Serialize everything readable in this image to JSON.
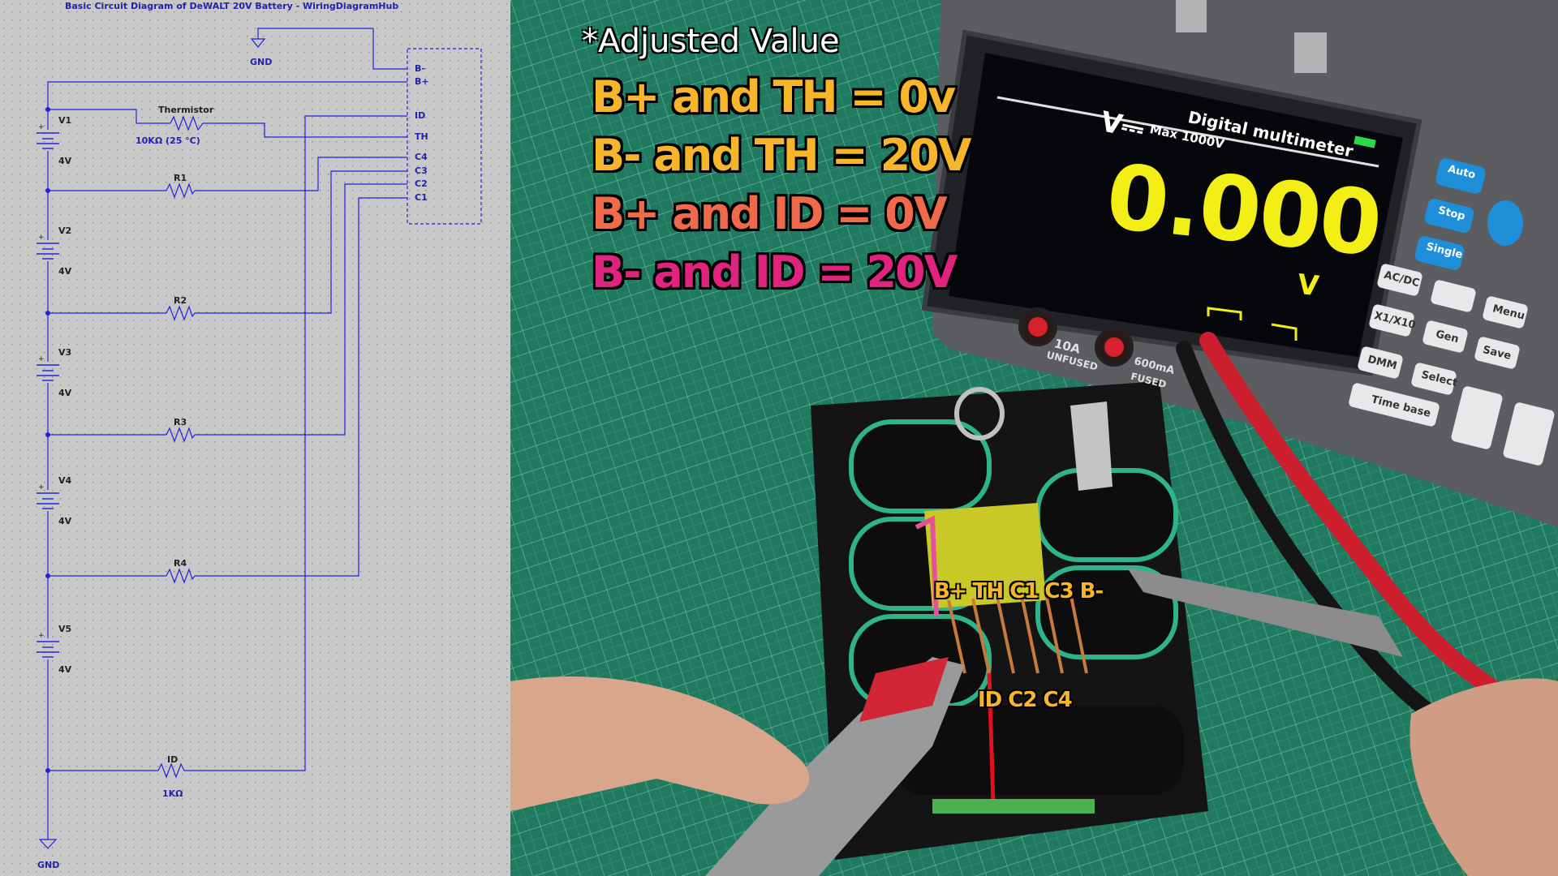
{
  "schematic": {
    "title": "Basic Circuit Diagram of DeWALT 20V Battery - WiringDiagramHub",
    "gnd_label": "GND",
    "connector_pins": [
      "B-",
      "B+",
      "ID",
      "TH",
      "C4",
      "C3",
      "C2",
      "C1"
    ],
    "cells": [
      {
        "name": "V1",
        "voltage": "4V"
      },
      {
        "name": "V2",
        "voltage": "4V"
      },
      {
        "name": "V3",
        "voltage": "4V"
      },
      {
        "name": "V4",
        "voltage": "4V"
      },
      {
        "name": "V5",
        "voltage": "4V"
      }
    ],
    "resistors": [
      "R1",
      "R2",
      "R3",
      "R4"
    ],
    "thermistor": {
      "name": "Thermistor",
      "value": "10KΩ (25 °C)"
    },
    "id_resistor": {
      "name": "ID",
      "value": "1KΩ"
    },
    "cell_plus": "+",
    "wire_color": "#2222dd",
    "label_color": "#2222aa"
  },
  "photo": {
    "note": "*Adjusted Value",
    "measurements": [
      "B+ and TH = 0v",
      "B- and TH = 20V",
      "B+ and ID = 0V",
      "B- and ID = 20V"
    ],
    "pins_top": "B+ TH C1 C3 B-",
    "pins_bottom": "ID C2 C4",
    "meter": {
      "title": "Digital multimeter",
      "max": "Max 1000V",
      "mode": "V⎓",
      "reading": "0.000",
      "unit": "V",
      "jack_10a": "10A",
      "jack_10a_sub": "UNFUSED",
      "jack_600ma": "600mA",
      "jack_600ma_sub": "FUSED",
      "keys": [
        "Auto",
        "Stop",
        "Single",
        "AC/DC",
        "X1/X10",
        "DMM",
        "Save",
        "Gen",
        "Menu",
        "Select",
        "Time base"
      ]
    },
    "colors": {
      "mat": "#1f7a5f",
      "reading": "#f2ee16",
      "accent_orange": "#f7b52b",
      "accent_red": "#ef6a4b",
      "accent_pink": "#e0237f"
    }
  }
}
